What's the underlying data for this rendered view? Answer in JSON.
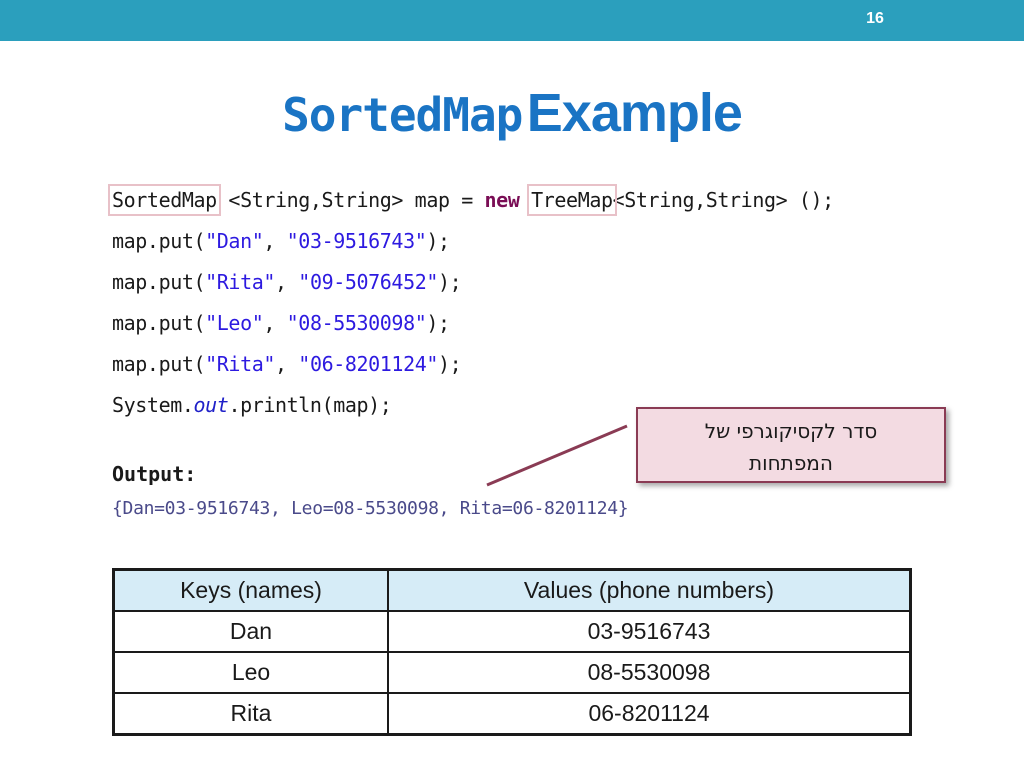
{
  "header": {
    "slide_number": "16",
    "bar_color": "#2b9fbd"
  },
  "title": {
    "part1": "SortedMap",
    "part2": "Example",
    "color": "#1a74c4"
  },
  "code": {
    "line1": {
      "type1": "SortedMap",
      "generics1": " <String,String> map = ",
      "keyword": "new",
      "space": " ",
      "type2": "TreeMap",
      "generics2": "<String,String> ();"
    },
    "puts": [
      {
        "pre": "map.put(",
        "key": "\"Dan\"",
        "sep": ", ",
        "value": "\"03-9516743\"",
        "post": ");"
      },
      {
        "pre": "map.put(",
        "key": "\"Rita\"",
        "sep": ", ",
        "value": "\"09-5076452\"",
        "post": ");"
      },
      {
        "pre": "map.put(",
        "key": "\"Leo\"",
        "sep": ", ",
        "value": "\"08-5530098\"",
        "post": ");"
      },
      {
        "pre": "map.put(",
        "key": "\"Rita\"",
        "sep": ", ",
        "value": "\"06-8201124\"",
        "post": ");"
      }
    ],
    "print": {
      "pre": "System.",
      "field": "out",
      "post": ".println(map);"
    }
  },
  "output": {
    "label": "Output:",
    "value": "{Dan=03-9516743, Leo=08-5530098, Rita=06-8201124}"
  },
  "callout": {
    "line1": "סדר לקסיקוגרפי של",
    "line2": "המפתחות"
  },
  "table": {
    "headers": [
      "Keys (names)",
      "Values (phone numbers)"
    ],
    "rows": [
      [
        "Dan",
        "03-9516743"
      ],
      [
        "Leo",
        "08-5530098"
      ],
      [
        "Rita",
        "06-8201124"
      ]
    ]
  }
}
